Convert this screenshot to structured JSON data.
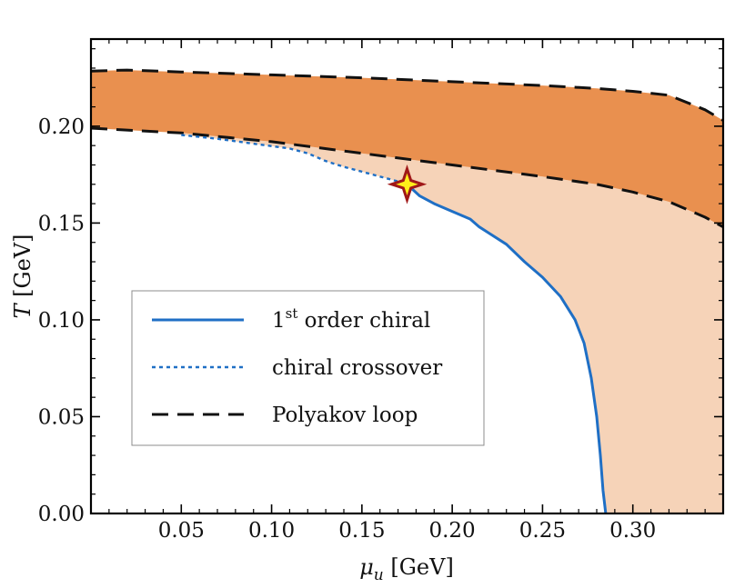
{
  "chart_data": {
    "type": "line",
    "title": "",
    "x_axis": {
      "label_symbol": "μ",
      "label_subscript": "u",
      "label_unit": " [GeV]",
      "range": [
        0.0,
        0.35
      ],
      "ticks": [
        0.05,
        0.1,
        0.15,
        0.2,
        0.25,
        0.3
      ],
      "tick_labels": [
        "0.05",
        "0.10",
        "0.15",
        "0.20",
        "0.25",
        "0.30"
      ]
    },
    "y_axis": {
      "label_symbol": "T",
      "label_unit": " [GeV]",
      "range": [
        0.0,
        0.245
      ],
      "ticks": [
        0.0,
        0.05,
        0.1,
        0.15,
        0.2
      ],
      "tick_labels": [
        "0.00",
        "0.05",
        "0.10",
        "0.15",
        "0.20"
      ]
    },
    "series": [
      {
        "name": "1st order chiral",
        "legend_main": "1",
        "legend_sup": "st",
        "legend_rest": " order chiral",
        "style": "solid",
        "color": "#1f6fc5",
        "x": [
          0.175,
          0.182,
          0.19,
          0.2,
          0.205,
          0.21,
          0.215,
          0.22,
          0.23,
          0.24,
          0.25,
          0.26,
          0.268,
          0.273,
          0.277,
          0.28,
          0.282,
          0.2835,
          0.285
        ],
        "y": [
          0.17,
          0.164,
          0.16,
          0.156,
          0.154,
          0.152,
          0.148,
          0.145,
          0.139,
          0.13,
          0.122,
          0.112,
          0.1,
          0.088,
          0.07,
          0.05,
          0.03,
          0.012,
          0.0
        ]
      },
      {
        "name": "chiral crossover",
        "legend_text": "chiral crossover",
        "style": "dotted",
        "color": "#1f6fc5",
        "x": [
          0.05,
          0.07,
          0.09,
          0.11,
          0.12,
          0.13,
          0.14,
          0.15,
          0.16,
          0.17,
          0.175
        ],
        "y": [
          0.1955,
          0.1935,
          0.191,
          0.1885,
          0.186,
          0.182,
          0.179,
          0.1765,
          0.174,
          0.1715,
          0.17
        ]
      },
      {
        "name": "Polyakov loop",
        "legend_text": "Polyakov loop",
        "style": "dashed",
        "color": "#111111",
        "upper_x": [
          0.0,
          0.02,
          0.05,
          0.1,
          0.15,
          0.2,
          0.25,
          0.28,
          0.3,
          0.32,
          0.34,
          0.35
        ],
        "upper_y": [
          0.2285,
          0.229,
          0.228,
          0.2265,
          0.225,
          0.223,
          0.221,
          0.2195,
          0.218,
          0.216,
          0.2085,
          0.203
        ],
        "lower_x": [
          0.0,
          0.05,
          0.1,
          0.15,
          0.2,
          0.25,
          0.28,
          0.3,
          0.32,
          0.34,
          0.35
        ],
        "lower_y": [
          0.199,
          0.1965,
          0.192,
          0.186,
          0.18,
          0.174,
          0.17,
          0.166,
          0.161,
          0.153,
          0.148
        ]
      }
    ],
    "critical_point": {
      "x": 0.175,
      "y": 0.17
    },
    "colors": {
      "band_dark": "#e9904f",
      "band_light": "#f6d3b8",
      "line_blue": "#1f6fc5",
      "star_fill": "#ffef1a",
      "star_stroke": "#a01818"
    },
    "legend_position": "lower-left",
    "grid": false
  }
}
